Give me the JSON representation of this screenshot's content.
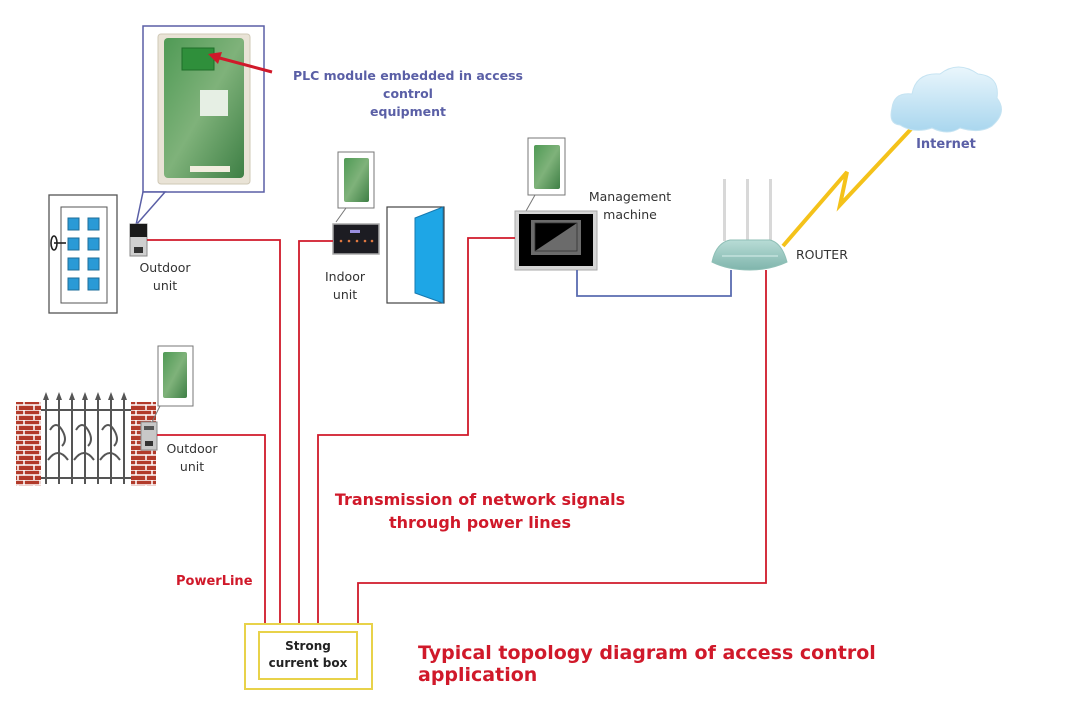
{
  "diagram": {
    "title": "Typical topology diagram of access control application",
    "subtitle_line1": "Transmission of network signals",
    "subtitle_line2": "through power lines",
    "callout_plc_line1": "PLC module embedded in access control",
    "callout_plc_line2": "equipment",
    "powerline_label": "PowerLine",
    "nodes": {
      "outdoor_unit_door": {
        "line1": "Outdoor",
        "line2": "unit"
      },
      "indoor_unit": {
        "line1": "Indoor",
        "line2": "unit"
      },
      "management_machine": {
        "line1": "Management",
        "line2": "machine"
      },
      "router": {
        "label": "ROUTER"
      },
      "internet": {
        "label": "Internet"
      },
      "outdoor_unit_gate": {
        "line1": "Outdoor",
        "line2": "unit"
      },
      "strong_current_box": {
        "line1": "Strong",
        "line2": "current box"
      }
    },
    "colors": {
      "powerline": "#d0192a",
      "ethernet": "#5a6cb0",
      "wireless": "#f4c21a",
      "box_border": "#e8d24a",
      "callout_border": "#5a5fa6",
      "title_red": "#d0192a",
      "label_blue": "#5a5fa6"
    }
  }
}
